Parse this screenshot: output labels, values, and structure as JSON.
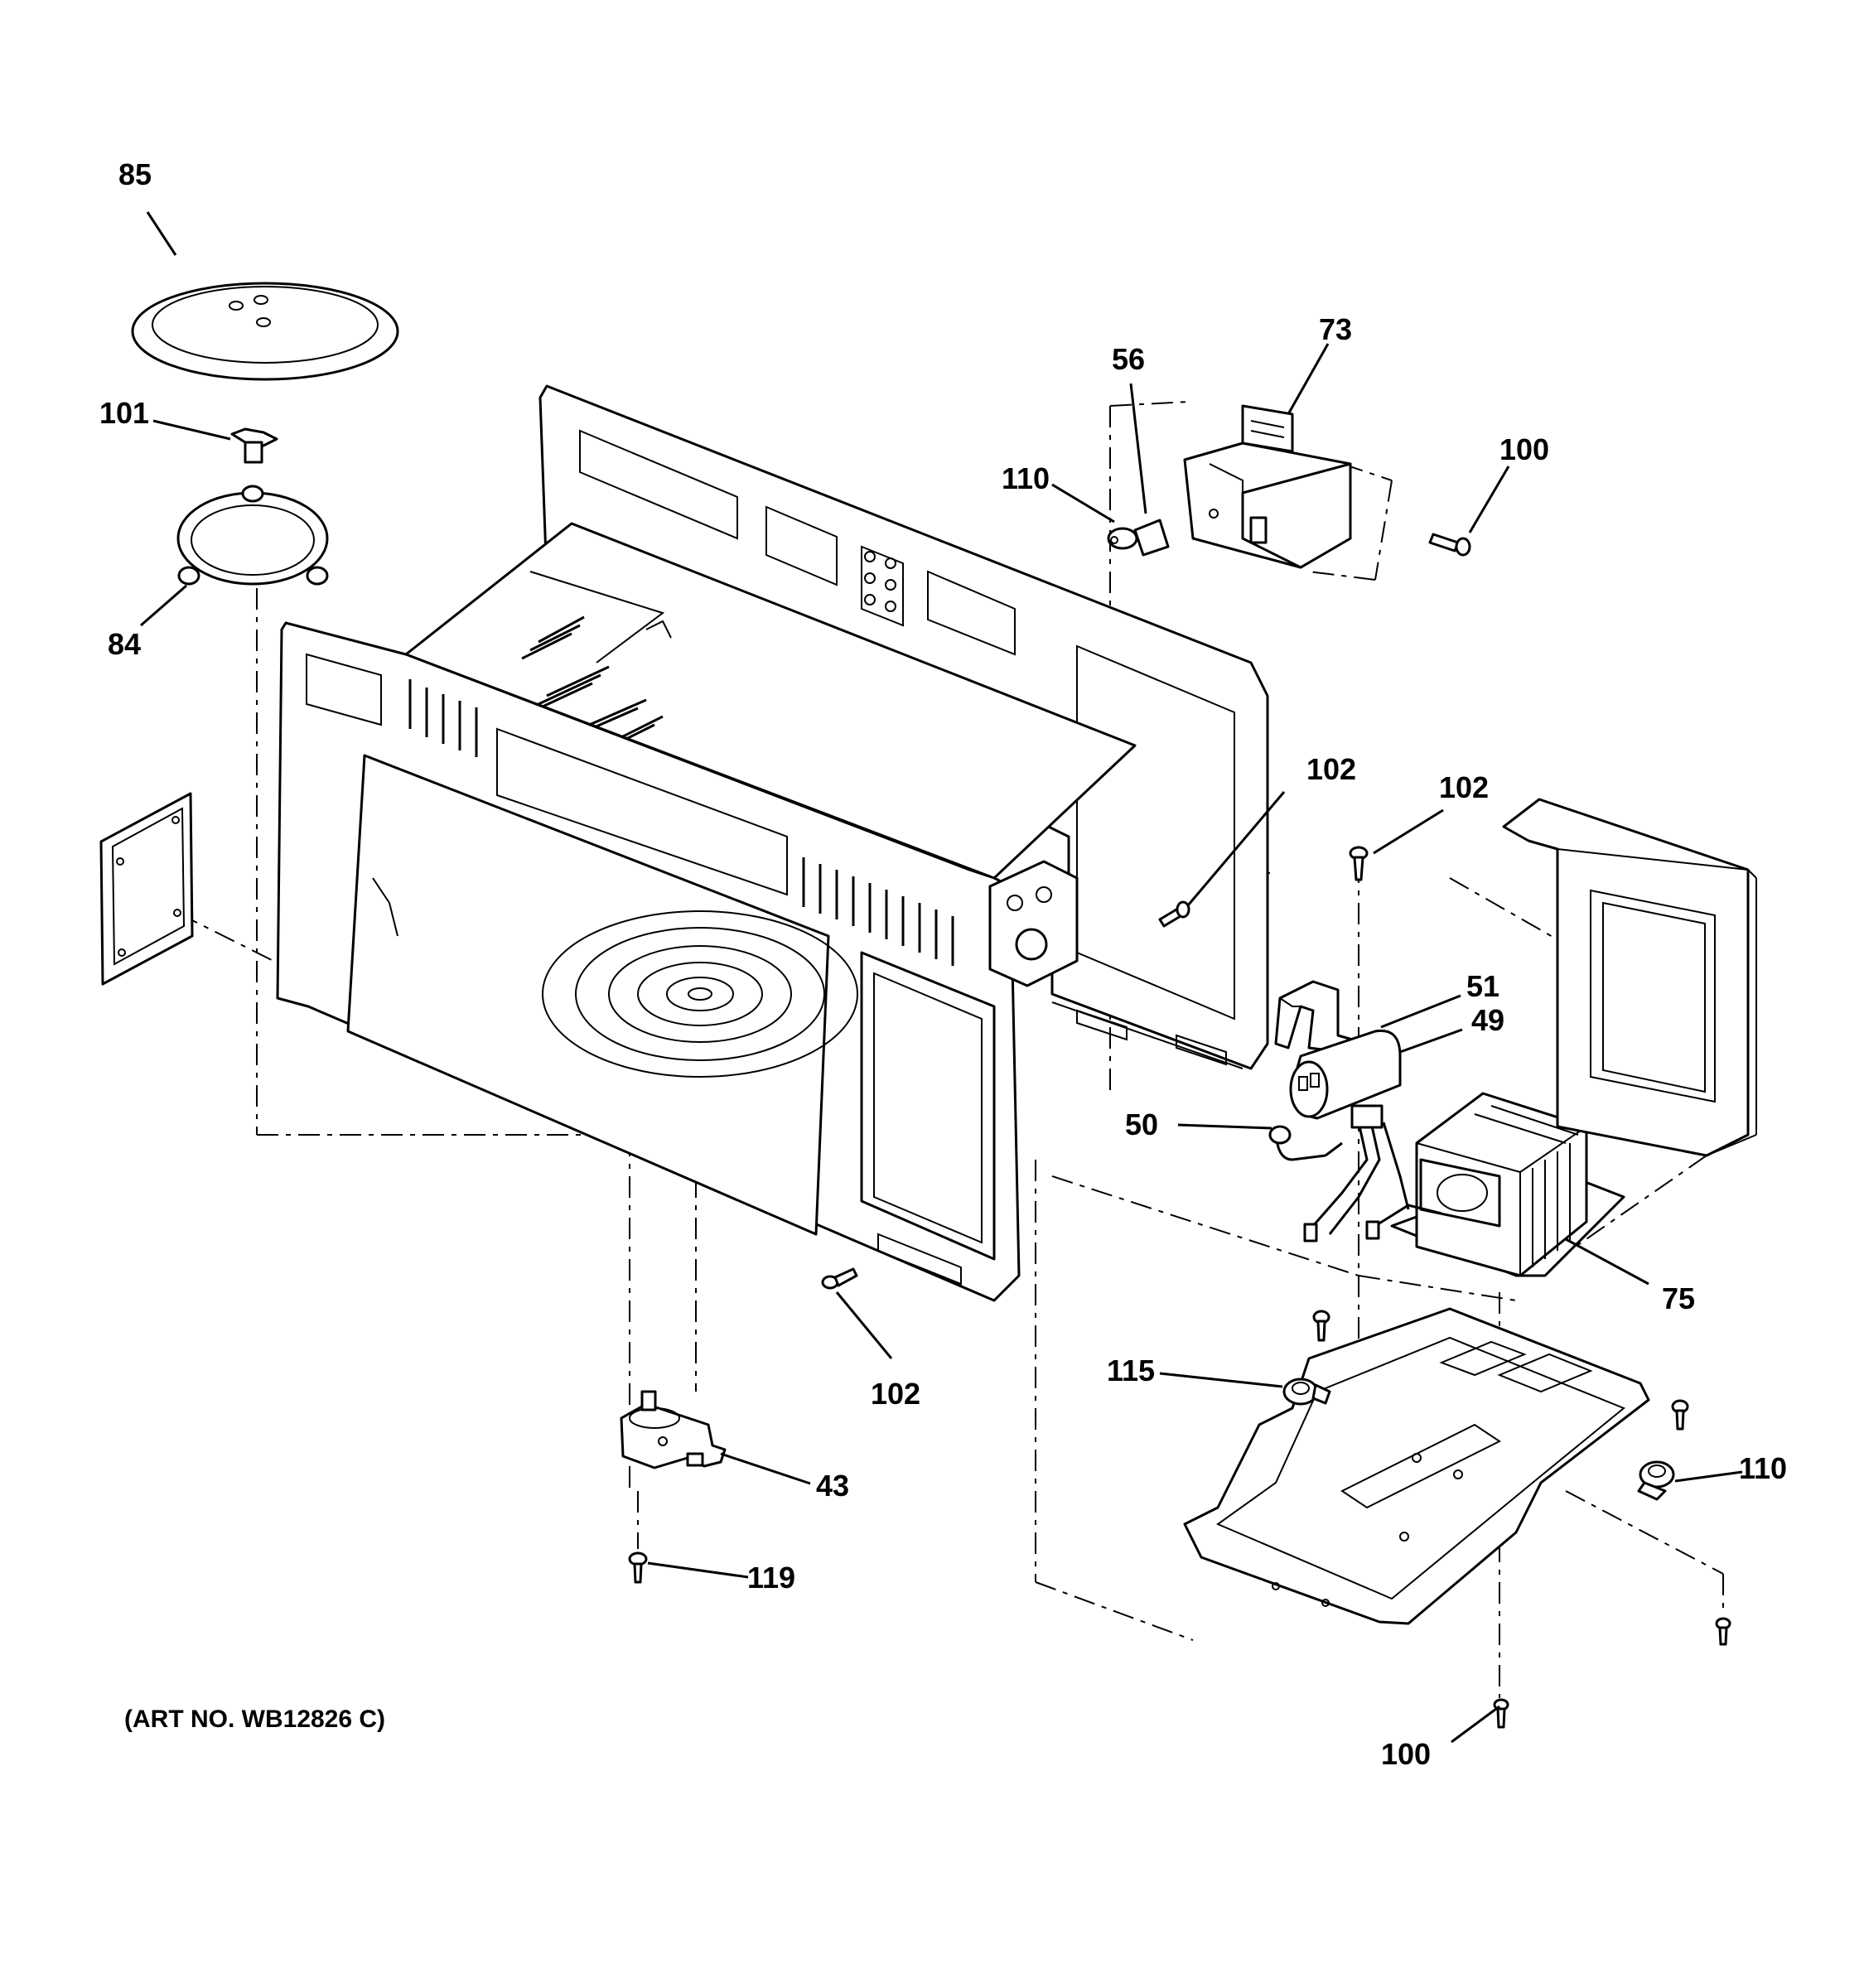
{
  "callouts": {
    "c85": "85",
    "c101": "101",
    "c84": "84",
    "c56": "56",
    "c73": "73",
    "c110_top": "110",
    "c100_top": "100",
    "c102_mid": "102",
    "c102_right": "102",
    "c51": "51",
    "c49": "49",
    "c50": "50",
    "c75": "75",
    "c102_bottom": "102",
    "c115": "115",
    "c110_bottom": "110",
    "c43": "43",
    "c119": "119",
    "c100_bottom": "100"
  },
  "caption": "(ART NO. WB12826 C)"
}
